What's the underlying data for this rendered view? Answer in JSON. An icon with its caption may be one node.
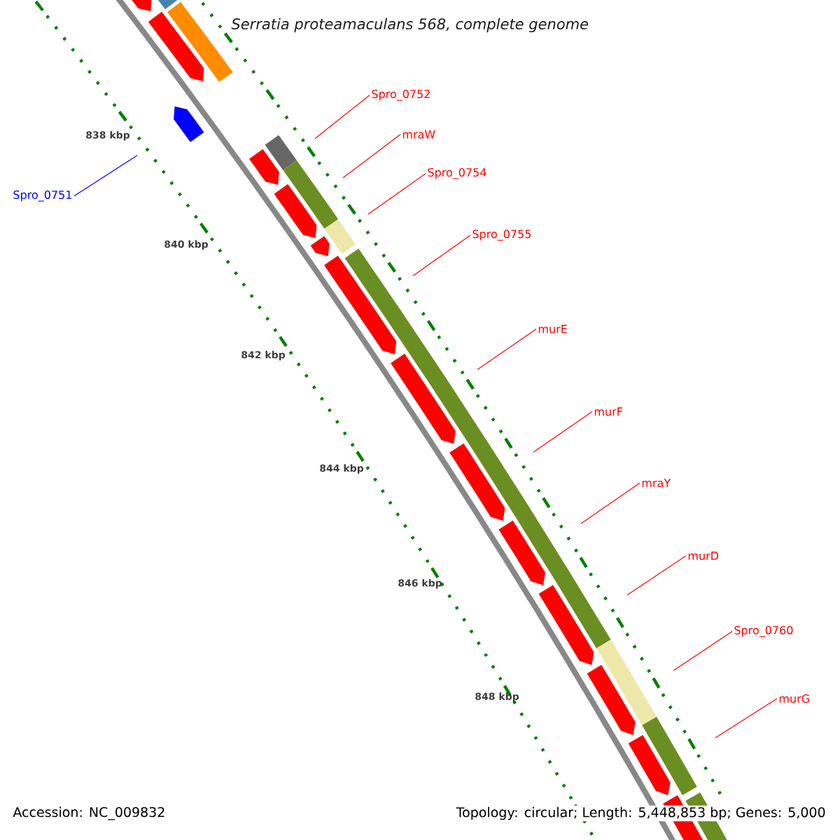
{
  "diagram": {
    "title": "Serratia proteamaculans 568, complete genome",
    "nodes": [
      {
        "text": [
          "Spro_0751"
        ]
      },
      {
        "text": [
          "Spro_0752"
        ]
      },
      {
        "text": [
          "mraW"
        ]
      },
      {
        "text": [
          "Spro_0754"
        ]
      },
      {
        "text": [
          "Spro_0755"
        ]
      },
      {
        "text": [
          "murE"
        ]
      },
      {
        "text": [
          "murF"
        ]
      },
      {
        "text": [
          "mraY"
        ]
      },
      {
        "text": [
          "murD"
        ]
      },
      {
        "text": [
          "Spro_0760"
        ]
      },
      {
        "text": [
          "murG"
        ]
      }
    ],
    "edges": [
      {
        "from": 0,
        "to": null,
        "arrow": "none",
        "color": "#0000ff"
      },
      {
        "from": 1,
        "to": null,
        "arrow": "none"
      },
      {
        "from": 2,
        "to": null,
        "arrow": "none"
      },
      {
        "from": 3,
        "to": null,
        "arrow": "none"
      },
      {
        "from": 4,
        "to": null,
        "arrow": "none"
      },
      {
        "from": 5,
        "to": null,
        "arrow": "none"
      },
      {
        "from": 6,
        "to": null,
        "arrow": "none"
      },
      {
        "from": 7,
        "to": null,
        "arrow": "none"
      },
      {
        "from": 8,
        "to": null,
        "arrow": "none"
      },
      {
        "from": 9,
        "to": null,
        "arrow": "none"
      },
      {
        "from": 10,
        "to": null,
        "arrow": "none"
      }
    ],
    "labels": [
      "838 kbp",
      "840 kbp",
      "842 kbp",
      "844 kbp",
      "846 kbp",
      "848 kbp",
      "Accession: NC_009832",
      "Topology: circular; Length: 5,448,853 bp; Genes: 5,000"
    ]
  }
}
